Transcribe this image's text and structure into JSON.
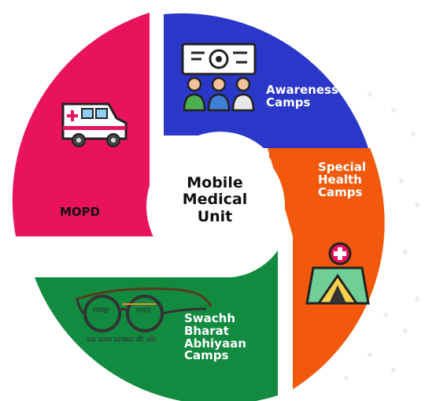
{
  "center": {
    "lines": [
      "Mobile",
      "Medical",
      "Unit"
    ]
  },
  "segments": [
    {
      "id": "awareness",
      "lines": [
        "Awareness",
        "Camps"
      ],
      "color": "#2a37c9",
      "icon": "people-presentation-icon"
    },
    {
      "id": "special-health",
      "lines": [
        "Special",
        "Health",
        "Camps"
      ],
      "color": "#f2590c",
      "icon": "medical-tent-icon"
    },
    {
      "id": "swachh-bharat",
      "lines": [
        "Swachh",
        "Bharat",
        "Abhiyaan",
        "Camps"
      ],
      "color": "#128a3f",
      "icon": "spectacles-logo-icon"
    },
    {
      "id": "mopd",
      "lines": [
        "MOPD"
      ],
      "color": "#e8135c",
      "icon": "ambulance-icon"
    }
  ],
  "logo": {
    "left_text": "स्वच्छ",
    "right_text": "भारत",
    "tagline": "एक कदम स्वच्छता की ओर"
  }
}
